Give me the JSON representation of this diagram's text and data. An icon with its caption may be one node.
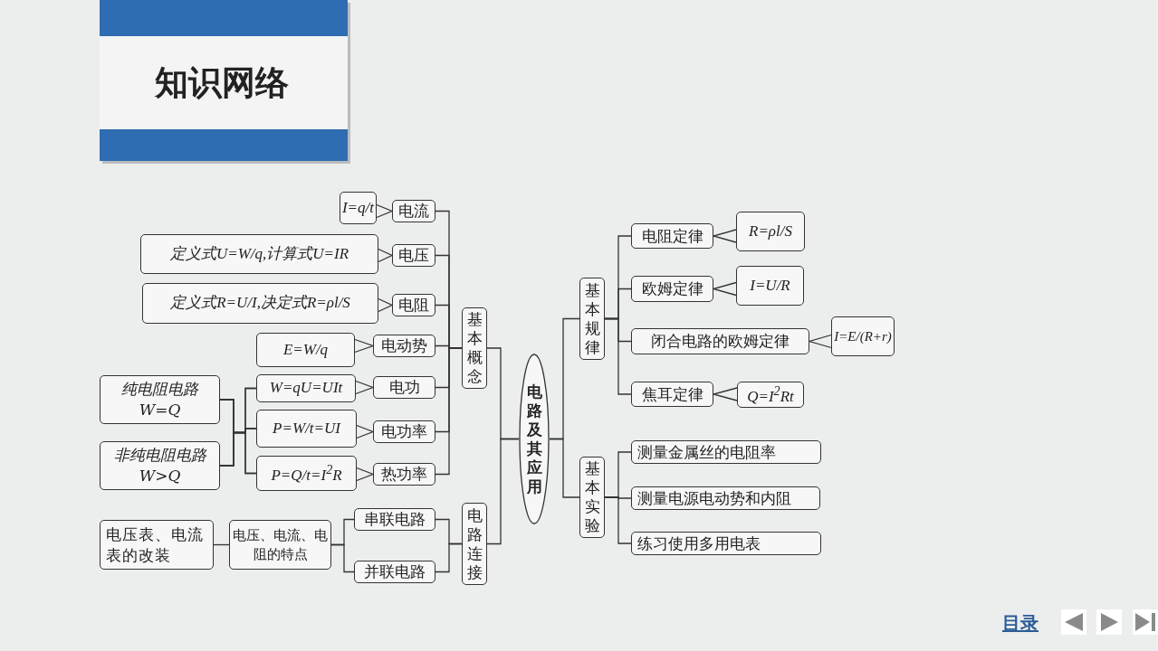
{
  "diagram": {
    "title": "知识网络",
    "nodes": [
      {
        "text": [
          "I=q/t"
        ]
      },
      {
        "text": [
          "电流"
        ]
      },
      {
        "text": [
          "定义式U=W/q,计算式U=IR"
        ]
      },
      {
        "text": [
          "电压"
        ]
      },
      {
        "text": [
          "定义式R=U/I,决定式R=ρl/S"
        ]
      },
      {
        "text": [
          "电阻"
        ]
      },
      {
        "text": [
          "E=W/q"
        ]
      },
      {
        "text": [
          "电动势"
        ]
      },
      {
        "text": [
          "纯电阻电路 W=Q"
        ]
      },
      {
        "text": [
          "非纯电阻电路 W>Q"
        ]
      },
      {
        "text": [
          "W=qU=UIt"
        ]
      },
      {
        "text": [
          "电功"
        ]
      },
      {
        "text": [
          "P=W/t=UI"
        ]
      },
      {
        "text": [
          "电功率"
        ]
      },
      {
        "text": [
          "P=Q/t=I$^{2}$R"
        ]
      },
      {
        "text": [
          "热功率"
        ]
      },
      {
        "text": [
          "基本概念"
        ]
      },
      {
        "text": [
          "电压表、电流表的改装"
        ]
      },
      {
        "text": [
          "电压、电流、电阻的特点"
        ]
      },
      {
        "text": [
          "串联电路"
        ]
      },
      {
        "text": [
          "并联电路"
        ]
      },
      {
        "text": [
          "电路连接"
        ]
      },
      {
        "text": [
          "电路及其应用"
        ]
      },
      {
        "text": [
          "基本规律"
        ]
      },
      {
        "text": [
          "电阻定律"
        ]
      },
      {
        "text": [
          "R=ρl/S"
        ]
      },
      {
        "text": [
          "欧姆定律"
        ]
      },
      {
        "text": [
          "I=U/R"
        ]
      },
      {
        "text": [
          "闭合电路的欧姆定律"
        ]
      },
      {
        "text": [
          "I=E/(R+r)"
        ]
      },
      {
        "text": [
          "焦耳定律"
        ]
      },
      {
        "text": [
          "Q=I$^{2}$Rt"
        ]
      },
      {
        "text": [
          "基本实验"
        ]
      },
      {
        "text": [
          "测量金属丝的电阻率"
        ]
      },
      {
        "text": [
          "测量电源电动势和内阻"
        ]
      },
      {
        "text": [
          "练习使用多用电表"
        ]
      }
    ],
    "edges": [
      {
        "from": 0,
        "to": 1,
        "arrow": "none"
      },
      {
        "from": 2,
        "to": 3,
        "arrow": "none"
      },
      {
        "from": 4,
        "to": 5,
        "arrow": "none"
      },
      {
        "from": 6,
        "to": 7,
        "arrow": "none"
      },
      {
        "from": 10,
        "to": 11,
        "arrow": "none"
      },
      {
        "from": 12,
        "to": 13,
        "arrow": "none"
      },
      {
        "from": 14,
        "to": 15,
        "arrow": "none"
      },
      {
        "from": 25,
        "to": 24,
        "arrow": "none"
      },
      {
        "from": 27,
        "to": 26,
        "arrow": "none"
      },
      {
        "from": 29,
        "to": 28,
        "arrow": "none"
      },
      {
        "from": 31,
        "to": 30,
        "arrow": "none"
      },
      {
        "from": 1,
        "to": 16,
        "arrow": "none"
      },
      {
        "from": 3,
        "to": 16,
        "arrow": "none"
      },
      {
        "from": 5,
        "to": 16,
        "arrow": "none"
      },
      {
        "from": 7,
        "to": 16,
        "arrow": "none"
      },
      {
        "from": 11,
        "to": 16,
        "arrow": "none"
      },
      {
        "from": 13,
        "to": 16,
        "arrow": "none"
      },
      {
        "from": 15,
        "to": 16,
        "arrow": "none"
      },
      {
        "from": 8,
        "to": 10,
        "arrow": "none"
      },
      {
        "from": 8,
        "to": 12,
        "arrow": "none"
      },
      {
        "from": 8,
        "to": 14,
        "arrow": "none"
      },
      {
        "from": 9,
        "to": 10,
        "arrow": "none"
      },
      {
        "from": 9,
        "to": 12,
        "arrow": "none"
      },
      {
        "from": 9,
        "to": 14,
        "arrow": "none"
      },
      {
        "from": 17,
        "to": 18,
        "arrow": "none"
      },
      {
        "from": 18,
        "to": 19,
        "arrow": "none"
      },
      {
        "from": 18,
        "to": 20,
        "arrow": "none"
      },
      {
        "from": 19,
        "to": 21,
        "arrow": "none"
      },
      {
        "from": 20,
        "to": 21,
        "arrow": "none"
      },
      {
        "from": 16,
        "to": 22,
        "arrow": "none"
      },
      {
        "from": 21,
        "to": 22,
        "arrow": "none"
      },
      {
        "from": 22,
        "to": 23,
        "arrow": "none"
      },
      {
        "from": 22,
        "to": 32,
        "arrow": "none"
      },
      {
        "from": 23,
        "to": 24,
        "arrow": "none"
      },
      {
        "from": 23,
        "to": 26,
        "arrow": "none"
      },
      {
        "from": 23,
        "to": 28,
        "arrow": "none"
      },
      {
        "from": 23,
        "to": 30,
        "arrow": "none"
      },
      {
        "from": 32,
        "to": 33,
        "arrow": "none"
      },
      {
        "from": 32,
        "to": 34,
        "arrow": "none"
      },
      {
        "from": 32,
        "to": 35,
        "arrow": "none"
      }
    ],
    "labels": [
      "目录"
    ]
  }
}
